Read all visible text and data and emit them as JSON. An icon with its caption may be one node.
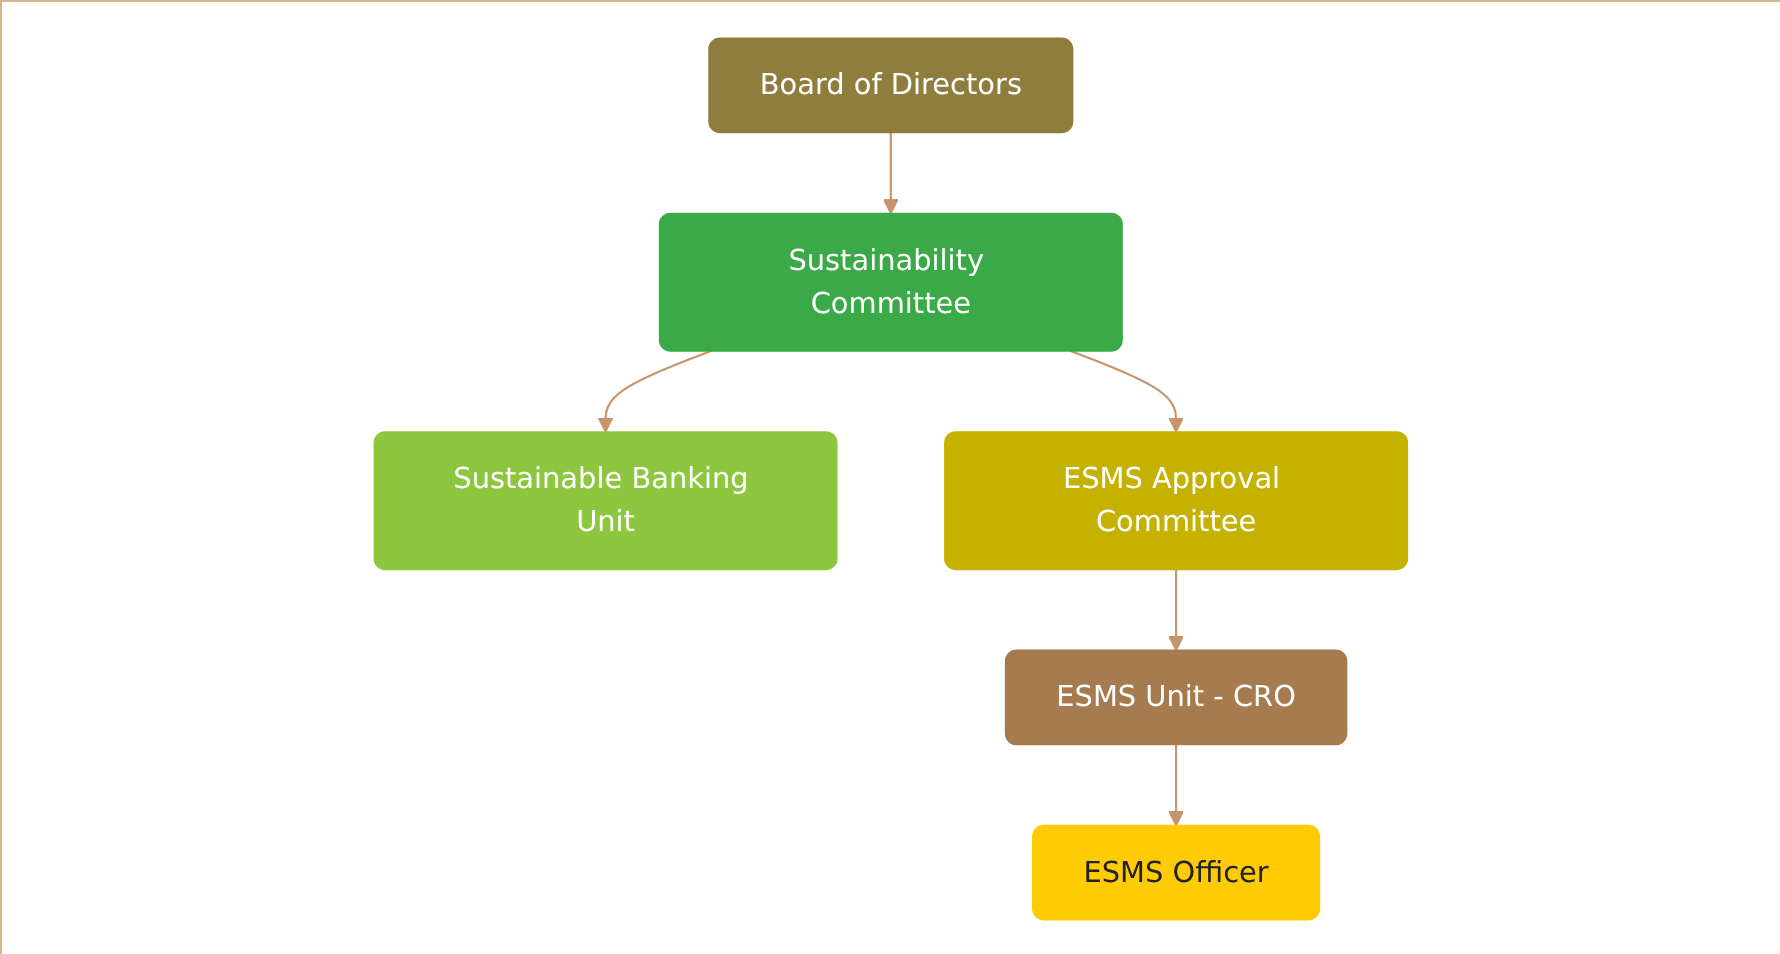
{
  "diagram": {
    "nodes": [
      {
        "text": [
          "Board of Directors"
        ]
      },
      {
        "text": [
          "Sustainability Committee"
        ]
      },
      {
        "text": [
          "Sustainable Banking Unit"
        ]
      },
      {
        "text": [
          "ESMS Approval Committee"
        ]
      },
      {
        "text": [
          "ESMS Unit - CRO"
        ]
      },
      {
        "text": [
          "ESMS Officer"
        ]
      }
    ],
    "edges": [
      {
        "from": 0,
        "to": 1,
        "arrow": "to"
      },
      {
        "from": 1,
        "to": 3,
        "arrow": "to"
      },
      {
        "from": 1,
        "to": 2,
        "arrow": "to"
      },
      {
        "from": 3,
        "to": 4,
        "arrow": "to"
      },
      {
        "from": 4,
        "to": 5,
        "arrow": "to"
      }
    ]
  }
}
